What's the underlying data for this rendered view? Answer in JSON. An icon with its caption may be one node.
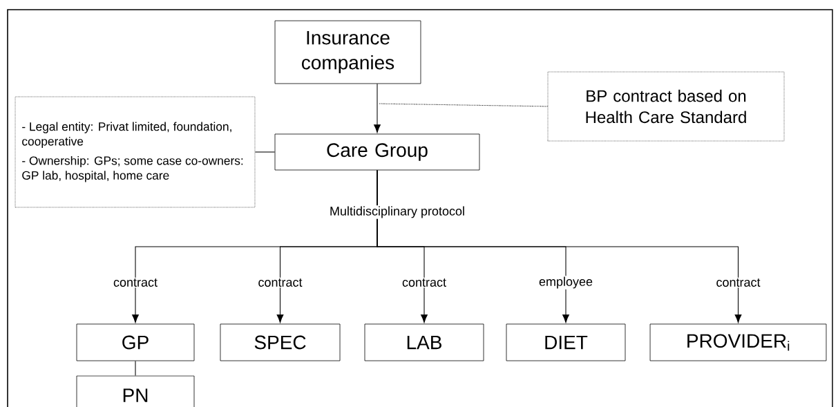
{
  "diagram": {
    "nodes": [
      {
        "text": [
          "Insurance companies"
        ]
      },
      {
        "text": [
          "BP contract based on Health Care Standard"
        ]
      },
      {
        "text": [
          "- Legal entity: Privat limited, foundation, cooperative",
          "- Ownership: GPs; some case co-owners: GP lab, hospital, home care"
        ]
      },
      {
        "text": [
          "Care Group"
        ]
      },
      {
        "text": [
          "GP"
        ]
      },
      {
        "text": [
          "SPEC"
        ]
      },
      {
        "text": [
          "LAB"
        ]
      },
      {
        "text": [
          "DIET"
        ]
      },
      {
        "text": [
          "PROVIDER$_{i}$"
        ]
      },
      {
        "text": [
          "PN"
        ]
      }
    ],
    "edges": [
      {
        "from": 0,
        "to": 3,
        "arrow": "to"
      },
      {
        "from": 3,
        "to": 4,
        "arrow": "to",
        "label": "contract"
      },
      {
        "from": 3,
        "to": 5,
        "arrow": "to",
        "label": "contract"
      },
      {
        "from": 3,
        "to": 6,
        "arrow": "to",
        "label": "contract"
      },
      {
        "from": 3,
        "to": 7,
        "arrow": "to",
        "label": "employee"
      },
      {
        "from": 3,
        "to": 8,
        "arrow": "to",
        "label": "contract"
      },
      {
        "from": 4,
        "to": 9,
        "arrow": "none"
      },
      {
        "from": 2,
        "to": 3,
        "arrow": "none"
      },
      {
        "from": 1,
        "to": null,
        "arrow": "none",
        "style": "dashed"
      }
    ],
    "labels": [
      "Multidisciplinary protocol"
    ]
  }
}
